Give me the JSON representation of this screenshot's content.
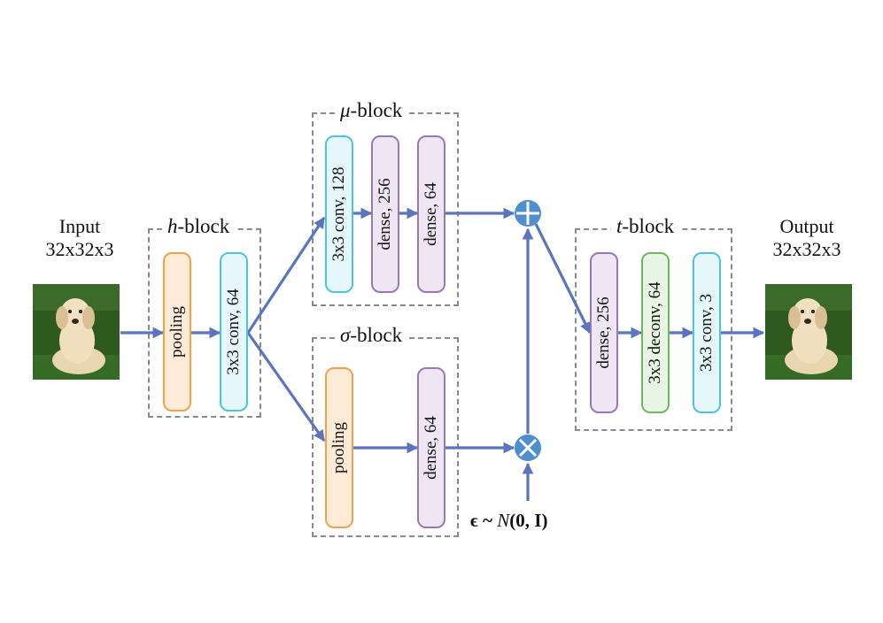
{
  "input": {
    "title": "Input",
    "size": "32x32x3"
  },
  "output": {
    "title": "Output",
    "size": "32x32x3"
  },
  "blocks": {
    "h": {
      "symbol": "h",
      "suffix": "-block"
    },
    "mu": {
      "symbol": "μ",
      "suffix": "-block"
    },
    "sigma": {
      "symbol": "σ",
      "suffix": "-block"
    },
    "t": {
      "symbol": "t",
      "suffix": "-block"
    }
  },
  "layers": {
    "h_pool": "pooling",
    "h_conv": "3x3 conv, 64",
    "mu_conv": "3x3 conv, 128",
    "mu_dense1": "dense, 256",
    "mu_dense2": "dense, 64",
    "sigma_pool": "pooling",
    "sigma_dense": "dense, 64",
    "t_dense": "dense, 256",
    "t_deconv": "3x3 deconv, 64",
    "t_conv": "3x3 conv, 3"
  },
  "noise": {
    "epsilon": "ϵ",
    "tilde": " ~ ",
    "dist": "N",
    "args": "(0, I)"
  },
  "colors": {
    "arrow": "#5a75bd",
    "node": "#4f8fd0",
    "box_border": "#8a8a8a",
    "pooling": "#f0a24a",
    "conv": "#4ec3de",
    "dense": "#9a77b6",
    "deconv": "#6cbc5f"
  },
  "icons": {
    "sum_node": "plus-circle-icon",
    "product_node": "times-circle-icon",
    "input_image": "dog-photo-icon",
    "output_image": "dog-photo-icon"
  }
}
